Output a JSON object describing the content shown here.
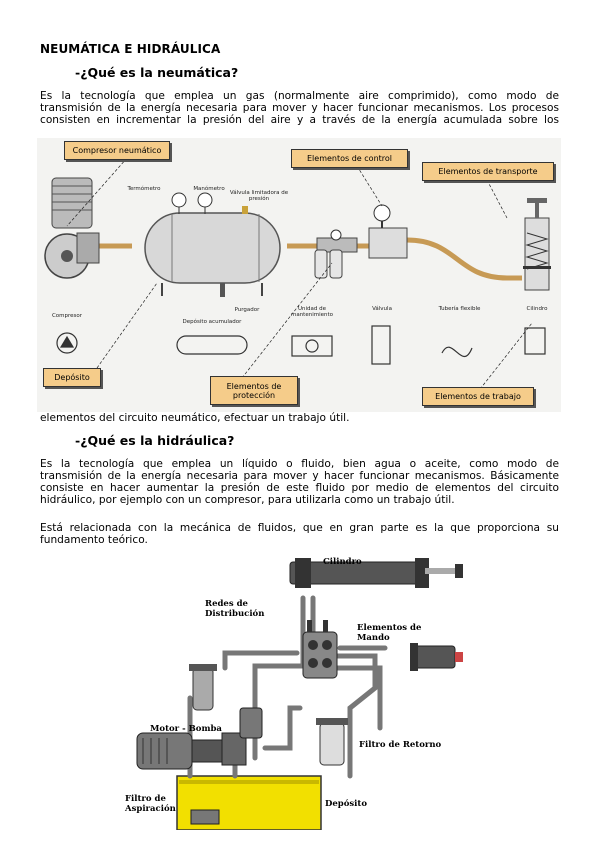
{
  "document": {
    "title": "NEUMÁTICA E HIDRÁULICA",
    "section1": {
      "heading": "-¿Qué es la neumática?",
      "para_lines": [
        "Es la tecnología que emplea un gas (normalmente aire comprimido), como modo de",
        "transmisión de la energía necesaria para mover y hacer funcionar mecanismos. Los procesos",
        "consisten en incrementar la presión del aire y a través de la energía acumulada sobre los"
      ],
      "para_end": "elementos del circuito neumático, efectuar un trabajo útil."
    },
    "pneumatic_figure": {
      "labels": {
        "compresor": "Compresor neumático",
        "control": "Elementos de control",
        "transporte": "Elementos de transporte",
        "deposito": "Depósito",
        "proteccion": "Elementos de protección",
        "trabajo": "Elementos de trabajo"
      },
      "small": {
        "termometro": "Termómetro",
        "manometro": "Manómetro",
        "valvula_lim": "Válvula limitadora de presión",
        "purgador": "Purgador",
        "deposito_acum": "Depósito acumulador",
        "compresor": "Compresor",
        "unidad": "Unidad de mantenimiento",
        "valvula": "Válvula",
        "tuberia": "Tubería flexible",
        "cilindro": "Cilindro"
      }
    },
    "section2": {
      "heading": "-¿Qué es la hidráulica?",
      "para1_lines": [
        "Es la tecnología que emplea un líquido o fluido, bien agua o aceite, como modo de",
        "transmisión de la energía necesaria para mover y hacer funcionar mecanismos. Básicamente",
        "consiste en hacer aumentar la presión de este fluido por medio de elementos del circuito"
      ],
      "para1_end": "hidráulico, por ejemplo con un compresor, para utilizarla como un trabajo útil.",
      "para2_line1": "Está relacionada con la mecánica de fluidos, que en gran parte es la que proporciona su",
      "para2_end": "fundamento teórico."
    },
    "hydraulic_figure": {
      "labels": {
        "cilindro": "Cilindro",
        "redes": "Redes de Distribución",
        "mando": "Elementos de Mando",
        "motor": "Motor - Bomba",
        "retorno": "Filtro de Retorno",
        "aspiracion": "Filtro de Aspiración",
        "deposito": "Depósito"
      }
    }
  },
  "colors": {
    "label_fill": "#f5cc8a",
    "pipe": "#c79a55",
    "tank_oil": "#f2e000"
  }
}
